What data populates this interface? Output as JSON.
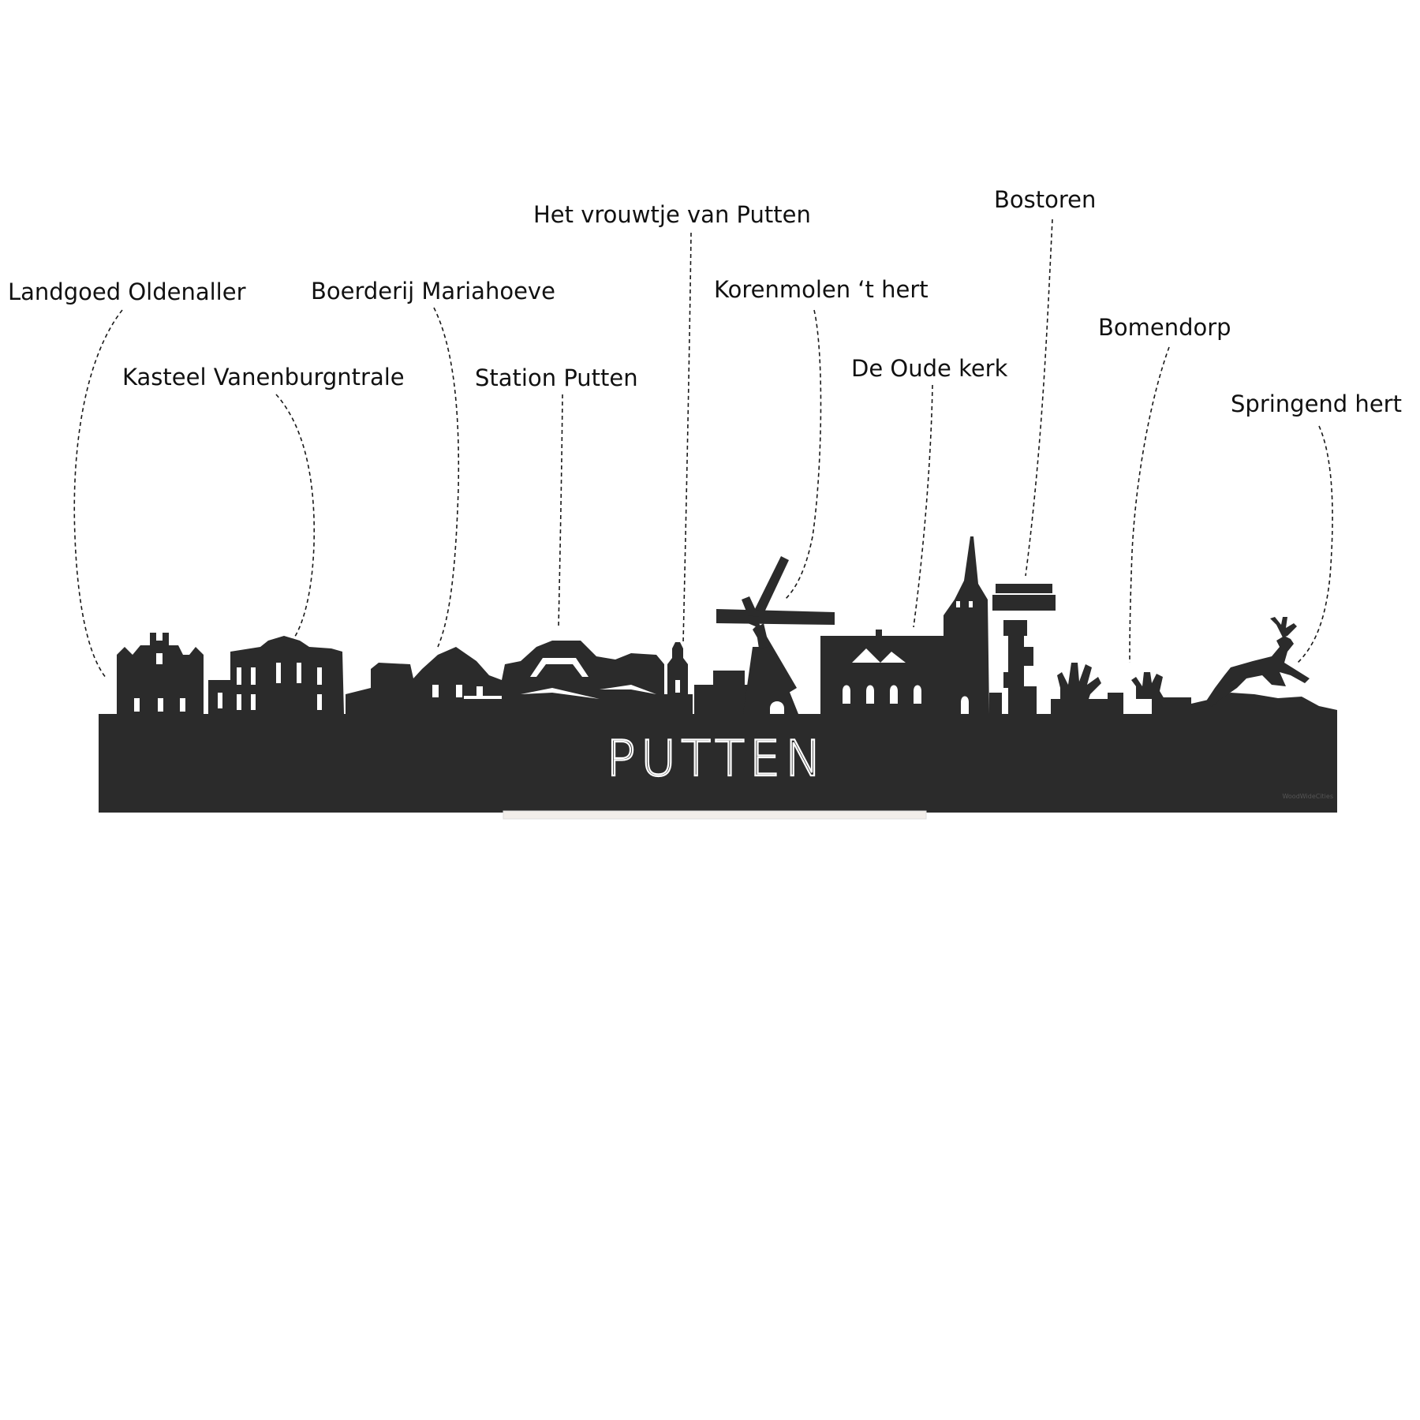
{
  "city_name": "PUTTEN",
  "maker_mark": "WoodWideCities",
  "colors": {
    "silhouette": "#2b2b2b",
    "background": "#ffffff",
    "label": "#111111",
    "stand": "#f2eeea"
  },
  "landmarks": [
    {
      "id": "landgoed-oldenaller",
      "label": "Landgoed Oldenaller"
    },
    {
      "id": "kasteel-vanenburg",
      "label": "Kasteel Vanenburgntrale"
    },
    {
      "id": "boerderij-mariahoeve",
      "label": "Boerderij Mariahoeve"
    },
    {
      "id": "station-putten",
      "label": "Station Putten"
    },
    {
      "id": "vrouwtje-van-putten",
      "label": "Het vrouwtje van Putten"
    },
    {
      "id": "korenmolen-t-hert",
      "label": "Korenmolen ‘t hert"
    },
    {
      "id": "de-oude-kerk",
      "label": "De Oude kerk"
    },
    {
      "id": "bostoren",
      "label": "Bostoren"
    },
    {
      "id": "bomendorp",
      "label": "Bomendorp"
    },
    {
      "id": "springend-hert",
      "label": "Springend hert"
    }
  ]
}
